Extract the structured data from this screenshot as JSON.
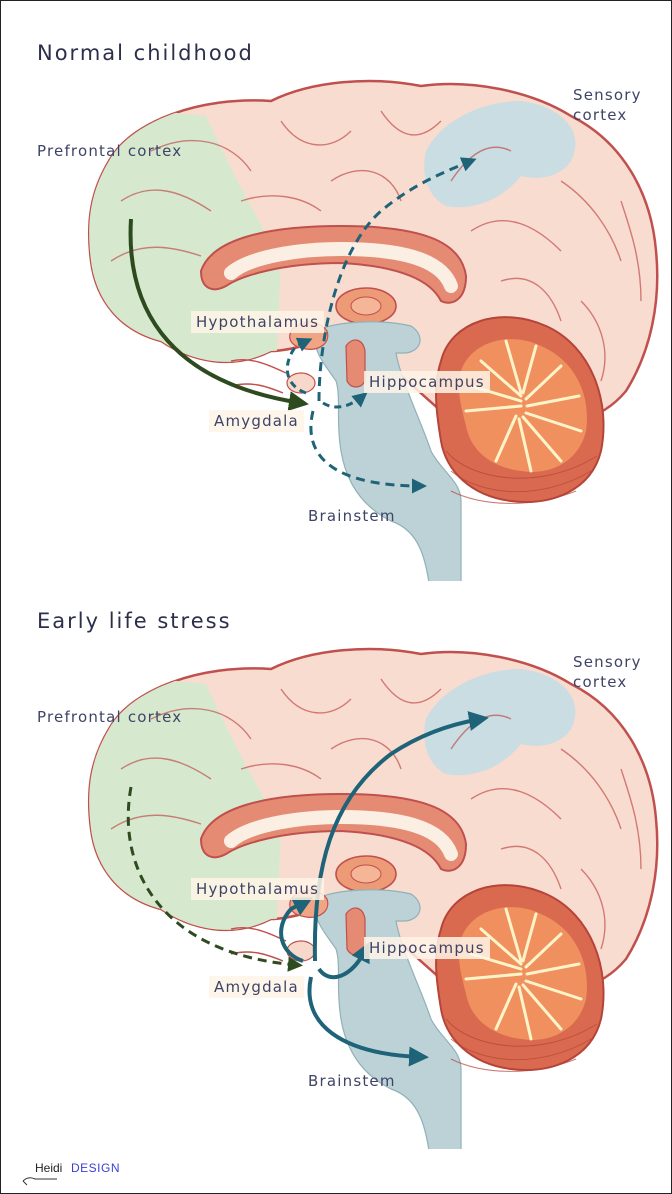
{
  "panels": [
    {
      "title": "Normal childhood",
      "labels": {
        "prefrontal": "Prefrontal cortex",
        "sensory": "Sensory cortex",
        "hypothalamus": "Hypothalamus",
        "hippocampus": "Hippocampus",
        "amygdala": "Amygdala",
        "brainstem": "Brainstem"
      }
    },
    {
      "title": "Early life stress",
      "labels": {
        "prefrontal": "Prefrontal cortex",
        "sensory": "Sensory cortex",
        "hypothalamus": "Hypothalamus",
        "hippocampus": "Hippocampus",
        "amygdala": "Amygdala",
        "brainstem": "Brainstem"
      }
    }
  ],
  "logo": {
    "name": "Heidi",
    "suffix": "DESIGN"
  },
  "colors": {
    "cortex": "#f9dcd0",
    "cortex_outline": "#c0504d",
    "prefrontal": "#d6e9cf",
    "sensory": "#c9dde3",
    "brainstem": "#bcd2d6",
    "cerebellum": "#d96a4f",
    "arrow_dark_green": "#2e4b1f",
    "arrow_teal": "#1f6378"
  }
}
